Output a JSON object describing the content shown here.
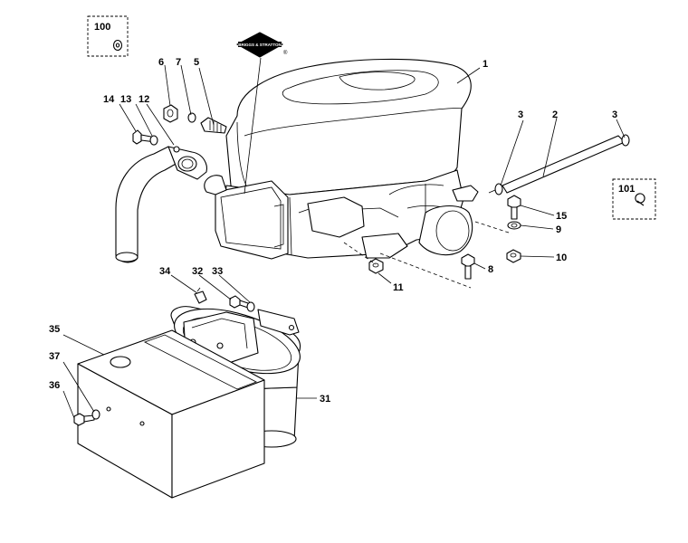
{
  "callouts": {
    "c1": "1",
    "c2": "2",
    "c3a": "3",
    "c3b": "3",
    "c5": "5",
    "c6": "6",
    "c7": "7",
    "c8": "8",
    "c9": "9",
    "c10": "10",
    "c11": "11",
    "c12": "12",
    "c13": "13",
    "c14": "14",
    "c15": "15",
    "c31": "31",
    "c32": "32",
    "c33": "33",
    "c34": "34",
    "c35": "35",
    "c36": "36",
    "c37": "37",
    "c100": "100",
    "c101": "101"
  },
  "logo": {
    "text": "BRIGGS & STRATTON",
    "mark": "®"
  }
}
